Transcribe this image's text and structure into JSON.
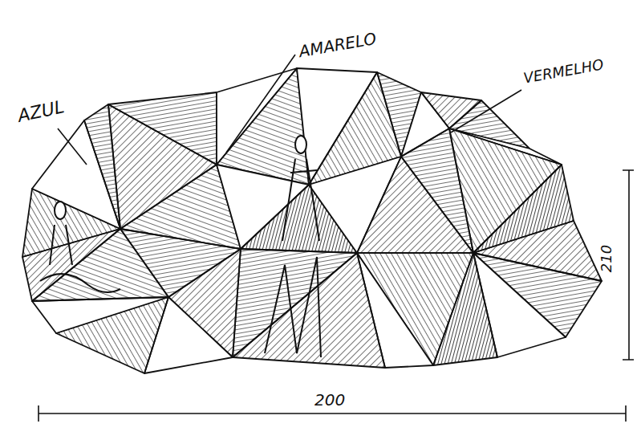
{
  "diagram": {
    "labels": [
      "AZUL",
      "AMARELO",
      "VERMELHO",
      "200",
      "210"
    ]
  }
}
